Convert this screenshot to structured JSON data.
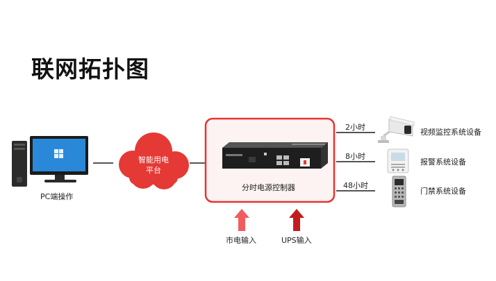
{
  "title": "联网拓扑图",
  "pc": {
    "label": "PC端操作"
  },
  "cloud": {
    "line1": "智能用电",
    "line2": "平台"
  },
  "controller": {
    "label": "分时电源控制器"
  },
  "inputs": {
    "mains": "市电输入",
    "ups": "UPS输入"
  },
  "outputs": [
    {
      "time": "2小时",
      "device": "视频监控系统设备"
    },
    {
      "time": "8小时",
      "device": "报警系统设备"
    },
    {
      "time": "48小时",
      "device": "门禁系统设备"
    }
  ],
  "colors": {
    "accent_red": "#e8332f",
    "cloud_red": "#e53935",
    "arrow_light": "#f25c5c",
    "arrow_dark": "#c21d1d",
    "frame_bg": "#fdf3f3"
  },
  "icons": [
    "desktop-pc-icon",
    "cloud-icon",
    "rack-controller-icon",
    "cctv-camera-icon",
    "alarm-panel-icon",
    "door-access-panel-icon"
  ]
}
